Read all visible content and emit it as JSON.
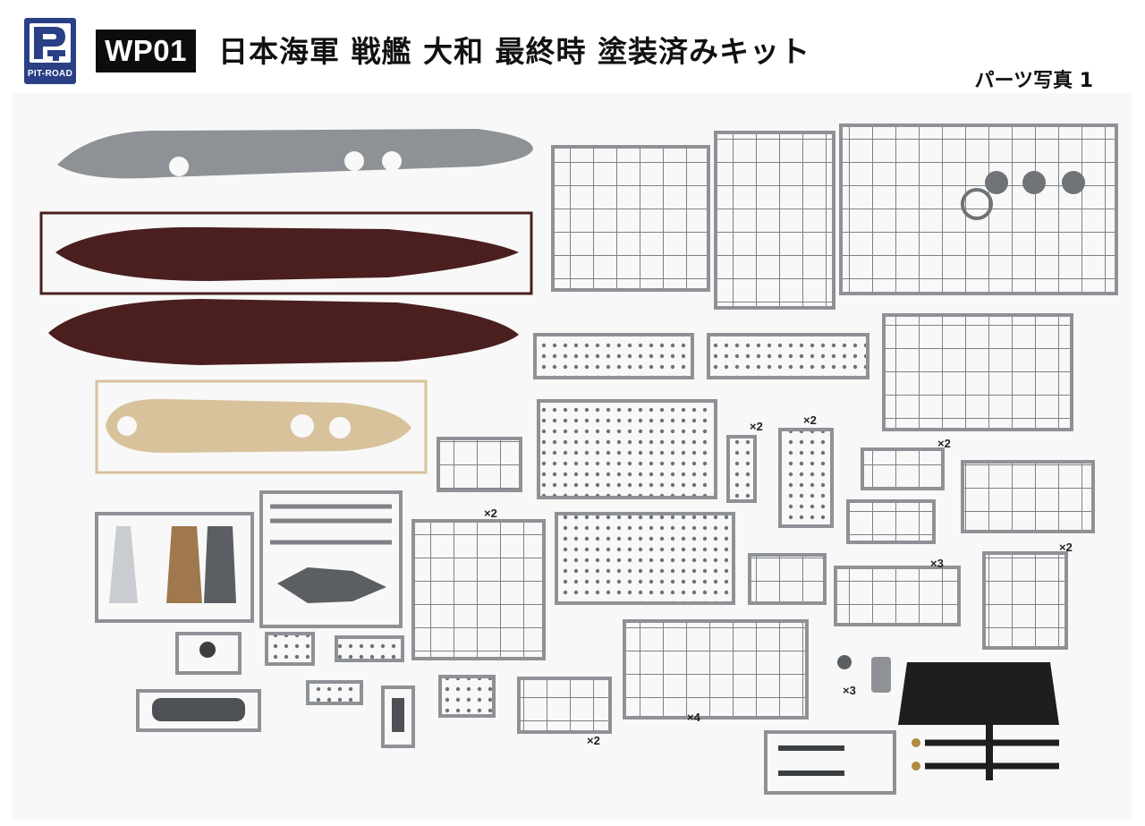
{
  "logo": {
    "brand": "PIT-ROAD"
  },
  "header": {
    "code": "WP01",
    "title": "日本海軍 戦艦 大和 最終時 塗装済みキット",
    "subtitle": "パーツ写真 1"
  },
  "colors": {
    "sprue_gray": "#8e9195",
    "hull_red": "#4a1f1e",
    "deck_tan": "#d8c29c",
    "logo_blue": "#2a3f85",
    "badge_black": "#0d0d0d",
    "stand_black": "#1e1e1e"
  },
  "multipliers": [
    "×2",
    "×2",
    "×2",
    "×2",
    "×3",
    "×2",
    "×3",
    "×4",
    "×2"
  ]
}
